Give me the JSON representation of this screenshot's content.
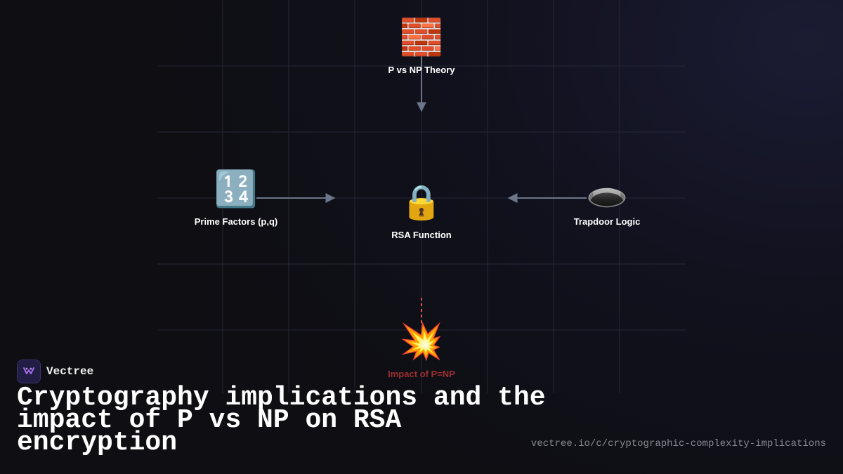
{
  "diagram": {
    "nodes": {
      "top": {
        "icon": "🧱",
        "icon_name": "brick-wall-icon",
        "label": "P vs NP Theory"
      },
      "left": {
        "icon": "🔢",
        "icon_name": "numbers-icon",
        "label": "Prime Factors (p,q)"
      },
      "center": {
        "icon": "🔒",
        "icon_name": "lock-icon",
        "label": "RSA Function"
      },
      "right": {
        "icon": "🕳️",
        "icon_name": "hole-icon",
        "label": "Trapdoor Logic"
      },
      "bottom": {
        "icon": "💥",
        "icon_name": "collision-icon",
        "label": "Impact of P=NP"
      }
    },
    "colors": {
      "grid": "#252837",
      "arrow": "#6b768a",
      "danger_line": "#e0524f",
      "danger_label": "#9b2f33"
    }
  },
  "brand": {
    "name": "Vectree",
    "logo_icon": "vectree-logo-icon"
  },
  "title": "Cryptography implications and the impact of P vs NP on RSA encryption",
  "url": "vectree.io/c/cryptographic-complexity-implications"
}
